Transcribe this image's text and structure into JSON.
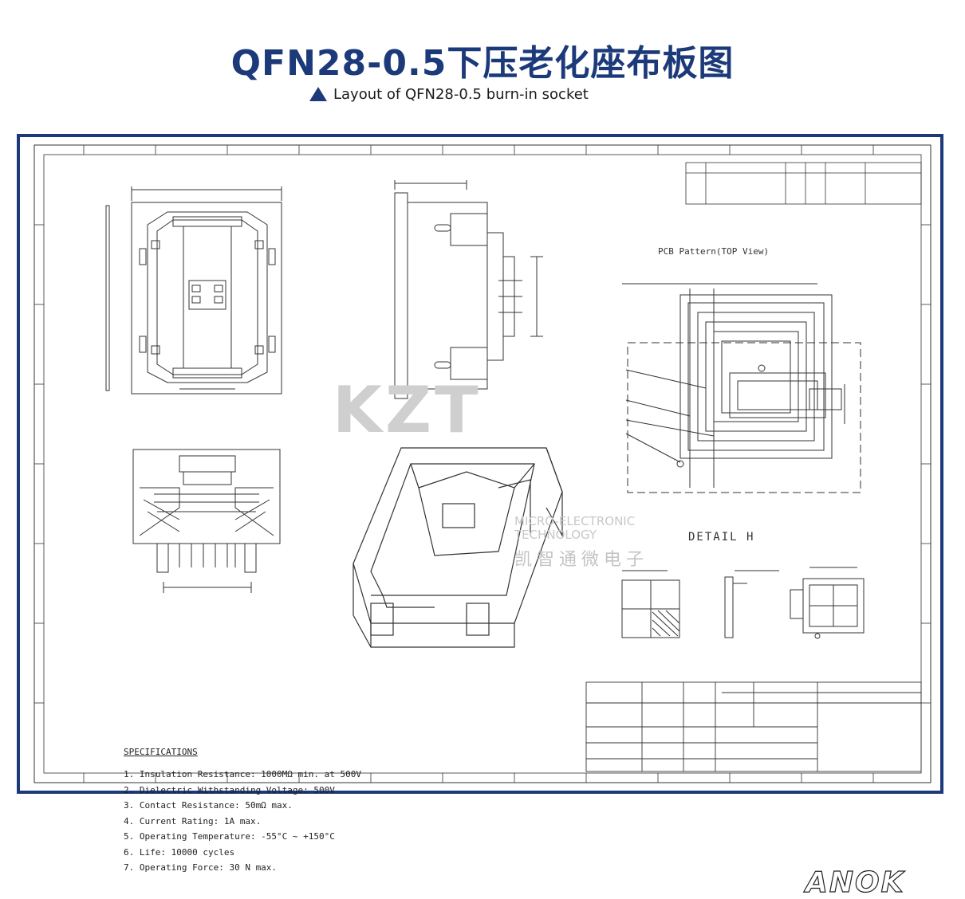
{
  "header": {
    "title": "QFN28-0.5下压老化座布板图",
    "subtitle": "Layout of QFN28-0.5 burn-in socket"
  },
  "drawing": {
    "pcb_label": "PCB Pattern(TOP View)",
    "detail_label": "DETAIL H",
    "notes_heading": "SPECIFICATIONS",
    "notes": [
      "1. Insulation Resistance: 1000MΩ min. at 500V",
      "2. Dielectric Withstanding Voltage: 500V",
      "3. Contact Resistance: 50mΩ max.",
      "4. Current Rating: 1A max.",
      "5. Operating Temperature: -55°C ~ +150°C",
      "6. Life: 10000 cycles",
      "7. Operating Force: 30 N max."
    ],
    "brand": "ANOK"
  },
  "watermark": {
    "logo": "KZT",
    "line1": "MICRO-ELECTRONIC",
    "line2": "TECHNOLOGY",
    "chinese": "凯智通微电子"
  },
  "colors": {
    "title": "#1c3a7a",
    "frame": "#1c3a7a",
    "watermark": "#c8c8c8"
  }
}
